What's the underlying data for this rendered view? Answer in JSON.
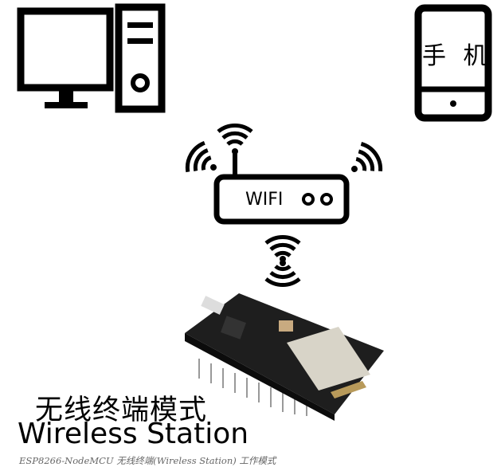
{
  "devices": {
    "computer": {
      "icon": "desktop-computer-icon"
    },
    "phone": {
      "icon": "mobile-phone-icon",
      "label": "手 机"
    },
    "router": {
      "icon": "wifi-router-icon",
      "label": "WIFI"
    },
    "board": {
      "icon": "esp8266-nodemcu-board"
    }
  },
  "title": {
    "cn": "无线终端模式",
    "en": "Wireless Station"
  },
  "caption": "ESP8266-NodeMCU 无线终端(Wireless Station) 工作模式",
  "colors": {
    "ink": "#000000",
    "board": "#1e1e1e",
    "caption": "#666666"
  }
}
